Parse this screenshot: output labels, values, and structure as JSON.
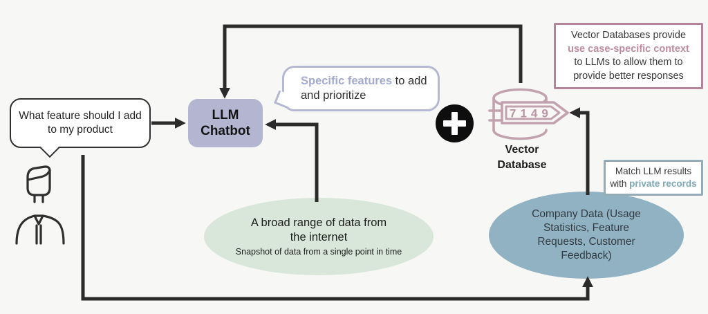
{
  "background": "#f7f7f5",
  "colors": {
    "background": "#f7f7f5",
    "arrow": "#2b2b2b",
    "lavender_fill": "#b4b6d1",
    "lavender_border": "#b5b8d2",
    "lavender_accent": "#a3aad0",
    "mauve_border": "#b5849a",
    "mauve_accent": "#c08ba1",
    "mauve_icon": "#c3a2b0",
    "teal_border": "#93acb8",
    "teal_accent": "#7fa7b4",
    "green_fill": "#d8e7d9",
    "blue_fill": "#90b2c2"
  },
  "diagram": {
    "user_query": {
      "text": "What feature should I add to my product"
    },
    "llm_chatbot": {
      "line1": "LLM",
      "line2": "Chatbot"
    },
    "llm_response": {
      "accent": "Specific features",
      "rest": " to add and prioritize"
    },
    "plus_icon": {
      "symbol": "+"
    },
    "vector_database": {
      "tag_digits": "7149",
      "label_line1": "Vector",
      "label_line2": "Database"
    },
    "vector_note": {
      "line1": "Vector Databases provide",
      "accent_line": "use case-specific context",
      "line3": "to LLMs  to allow them to",
      "line4": "provide better responses"
    },
    "match_note": {
      "line1": "Match LLM results",
      "line2_prefix": "with ",
      "line2_accent": "private records"
    },
    "internet_data": {
      "title": "A broad range of data from the internet",
      "subtitle": "Snapshot of data from a single point in time"
    },
    "company_data": {
      "text": "Company Data (Usage Statistics, Feature Requests, Customer Feedback)"
    }
  }
}
